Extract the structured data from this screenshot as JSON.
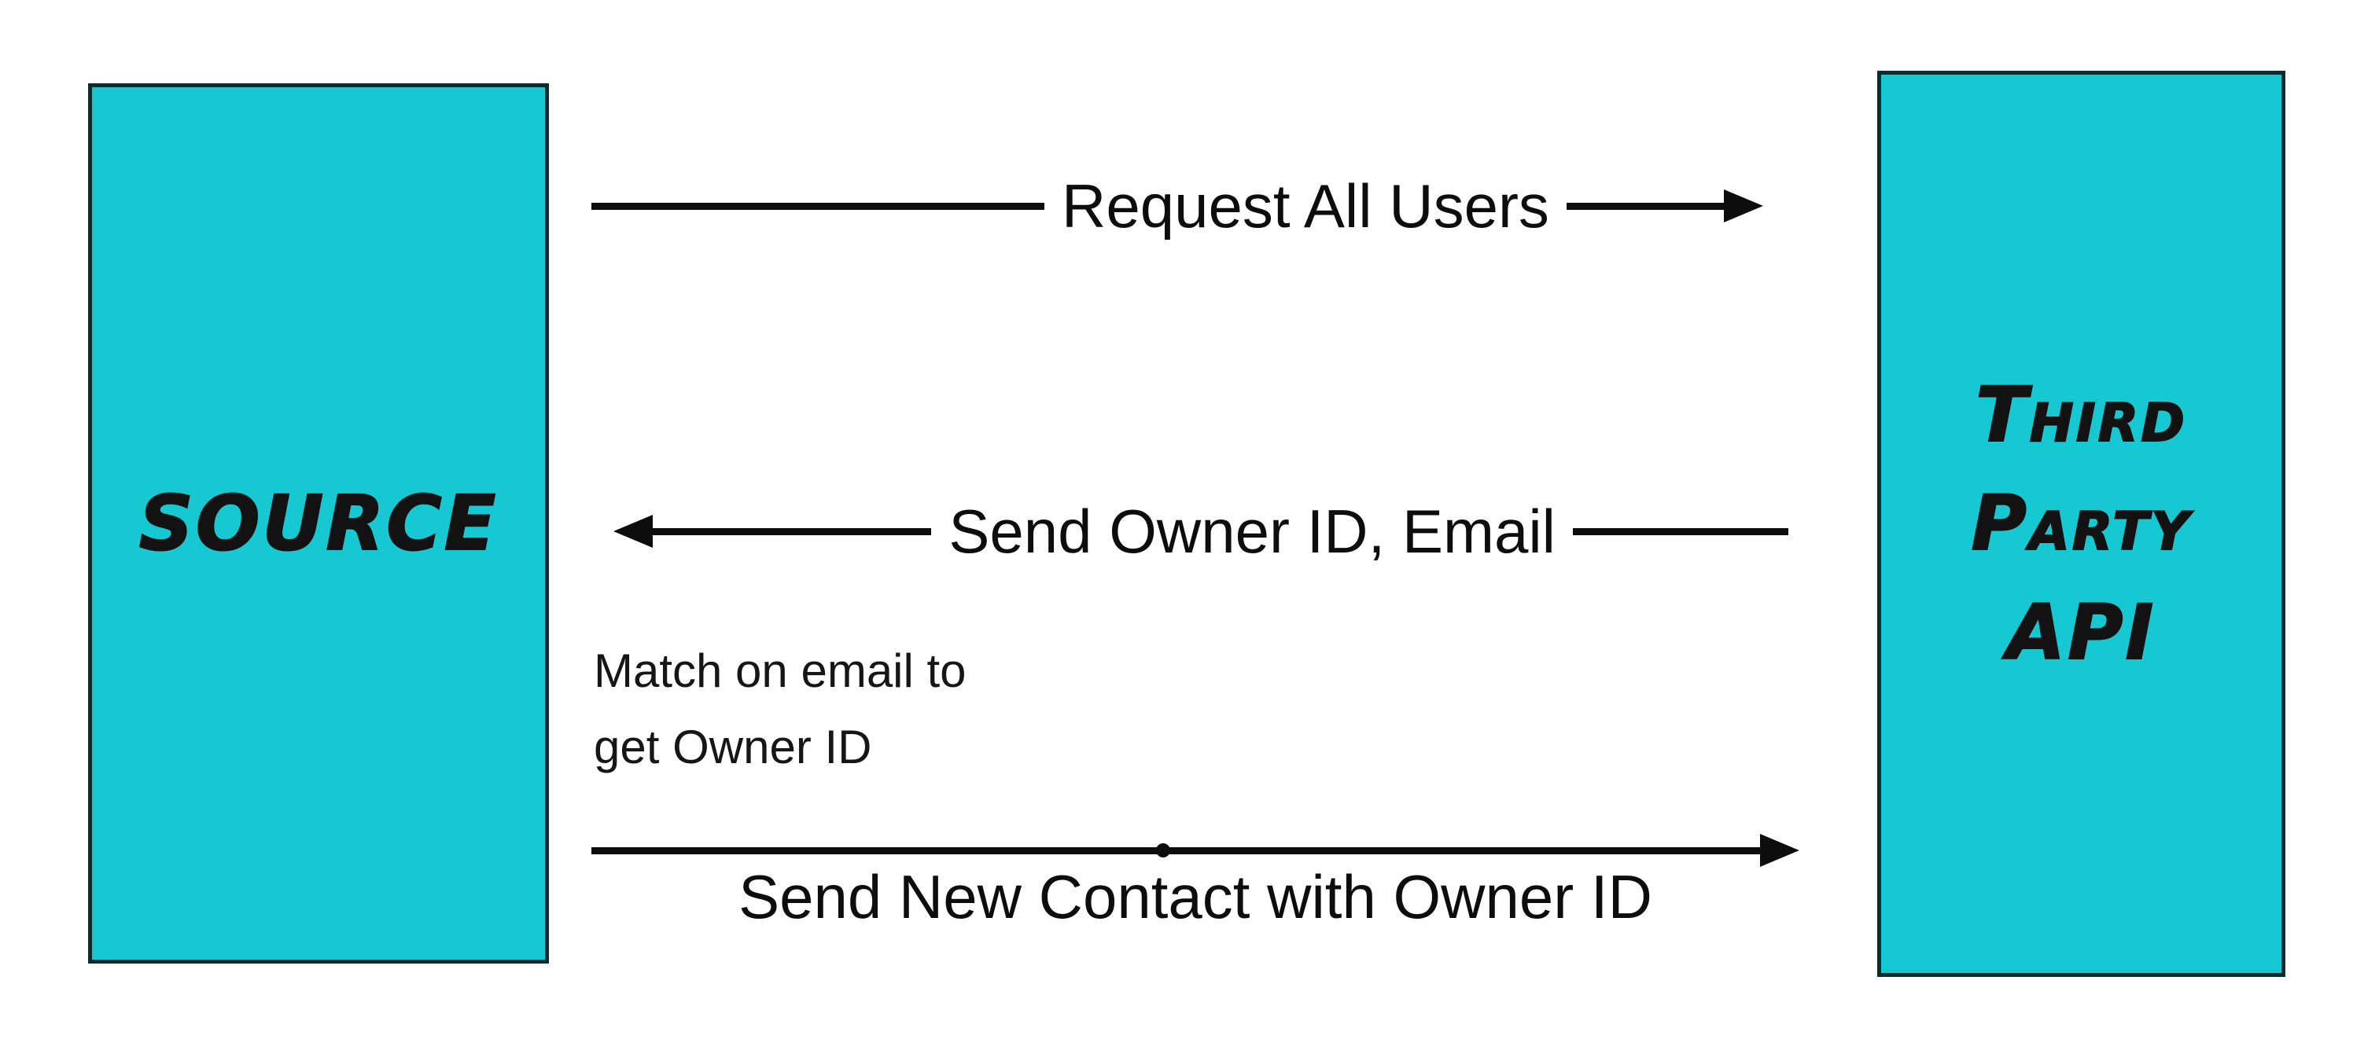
{
  "colors": {
    "background": "#ffffff",
    "box_fill": "#16c8d1",
    "box_border": "#0c2b2f",
    "ink": "#0d0d0d"
  },
  "actors": {
    "source": {
      "label": "SOURCE"
    },
    "third_party_api": {
      "label": "Third\nParty\nAPI"
    }
  },
  "messages": {
    "request_all_users": {
      "label": "Request All Users",
      "direction": "left-to-right"
    },
    "send_owner_id_email": {
      "label": "Send Owner ID, Email",
      "direction": "right-to-left"
    },
    "match_note": {
      "label": "Match on email to\nget Owner ID"
    },
    "send_new_contact": {
      "label": "Send New Contact with Owner ID",
      "direction": "left-to-right"
    }
  }
}
